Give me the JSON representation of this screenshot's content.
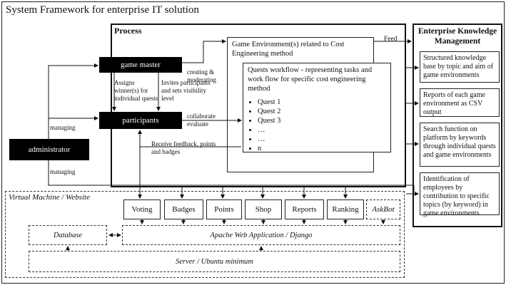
{
  "title": "System Framework for enterprise IT solution",
  "process": {
    "label": "Process",
    "game_master": "game master",
    "participants": "participants",
    "administrator": "administrator",
    "game_env": "Game Environment(s) related to Cost Engineering method",
    "quests_workflow": "Quests workflow - representing tasks and work flow for specific cost engineering method",
    "quests": [
      "Quest 1",
      "Quest 2",
      "Quest 3",
      "…",
      "…",
      "n"
    ],
    "feed": "Feed",
    "creating_moderating": "creating & moderating",
    "assigns": "Assigns winner(s) for individual quests",
    "invites": "Invites participants and sets visibility level",
    "collaborate": "collaborate evaluate",
    "receive_feedback": "Receive feedback, points and badges",
    "managing_top": "managing",
    "managing_bottom": "managing"
  },
  "ekm": {
    "title": "Enterprise Knowledge Management",
    "items": [
      "Structured knowledge base by topic and aim of game environments",
      "Reports of each game environment as CSV output",
      "Search function on platform by keywords through individual quests and game environments",
      "Identification of employees by contribution to specific topics (by keyword) in game environments"
    ]
  },
  "vm": {
    "label": "Virtual Machine / Website",
    "modules": [
      "Voting",
      "Badges",
      "Points",
      "Shop",
      "Reports",
      "Ranking"
    ],
    "askbot": "AskBot",
    "database": "Database",
    "apache": "Apache Web Application / Django",
    "server": "Server / Ubuntu minimum"
  }
}
